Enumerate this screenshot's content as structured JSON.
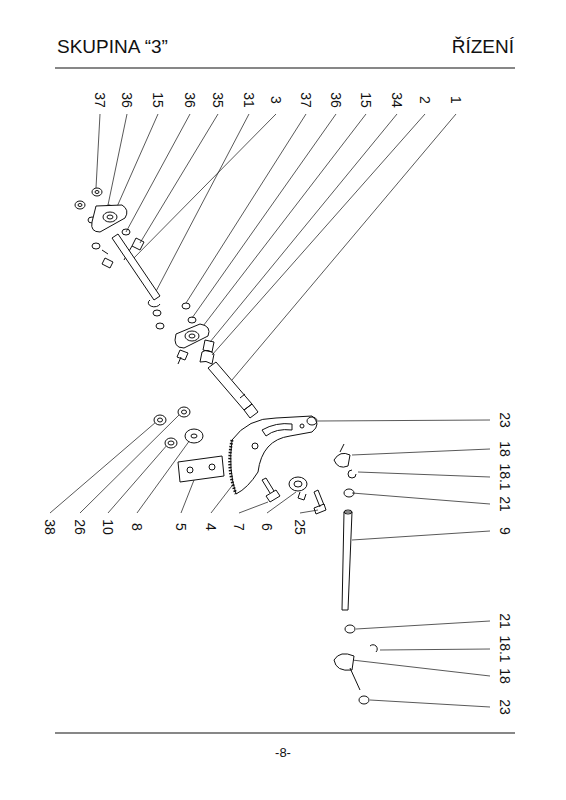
{
  "diagram": {
    "title": "SKUPINA “3”",
    "labels": [
      "ŘÍZENÍ",
      "37",
      "36",
      "15",
      "36",
      "35",
      "31",
      "3",
      "37",
      "36",
      "15",
      "34",
      "2",
      "1",
      "23",
      "18",
      "18.1",
      "21",
      "9",
      "21",
      "18.1",
      "18",
      "23",
      "38",
      "26",
      "10",
      "8",
      "5",
      "4",
      "7",
      "6",
      "25",
      "-8-"
    ]
  }
}
